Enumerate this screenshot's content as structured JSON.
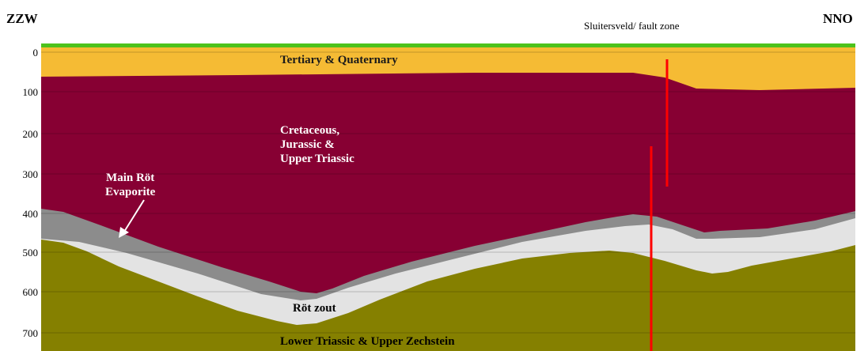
{
  "direction": {
    "left": "ZZW",
    "right": "NNO"
  },
  "fault_label": "Sluitersveld/ fault zone",
  "depth_ticks": [
    "0",
    "100",
    "200",
    "300",
    "400",
    "500",
    "600",
    "700"
  ],
  "layers": {
    "tertiary": {
      "label": "Tertiary & Quaternary",
      "color": "#f5bb34"
    },
    "cretaceous": {
      "lines": [
        "Cretaceous,",
        "Jurassic &",
        "Upper Triassic"
      ],
      "color": "#870033"
    },
    "main_rot": {
      "lines": [
        "Main Röt",
        "Evaporite"
      ],
      "color": "#8c8c8c"
    },
    "rot_zout": {
      "label": "Röt zout",
      "color": "#e3e3e3"
    },
    "lower": {
      "label": "Lower Triassic & Upper Zechstein",
      "color": "#858000"
    }
  },
  "colors": {
    "surface": "#4dc21c",
    "fault": "#ff0000"
  }
}
